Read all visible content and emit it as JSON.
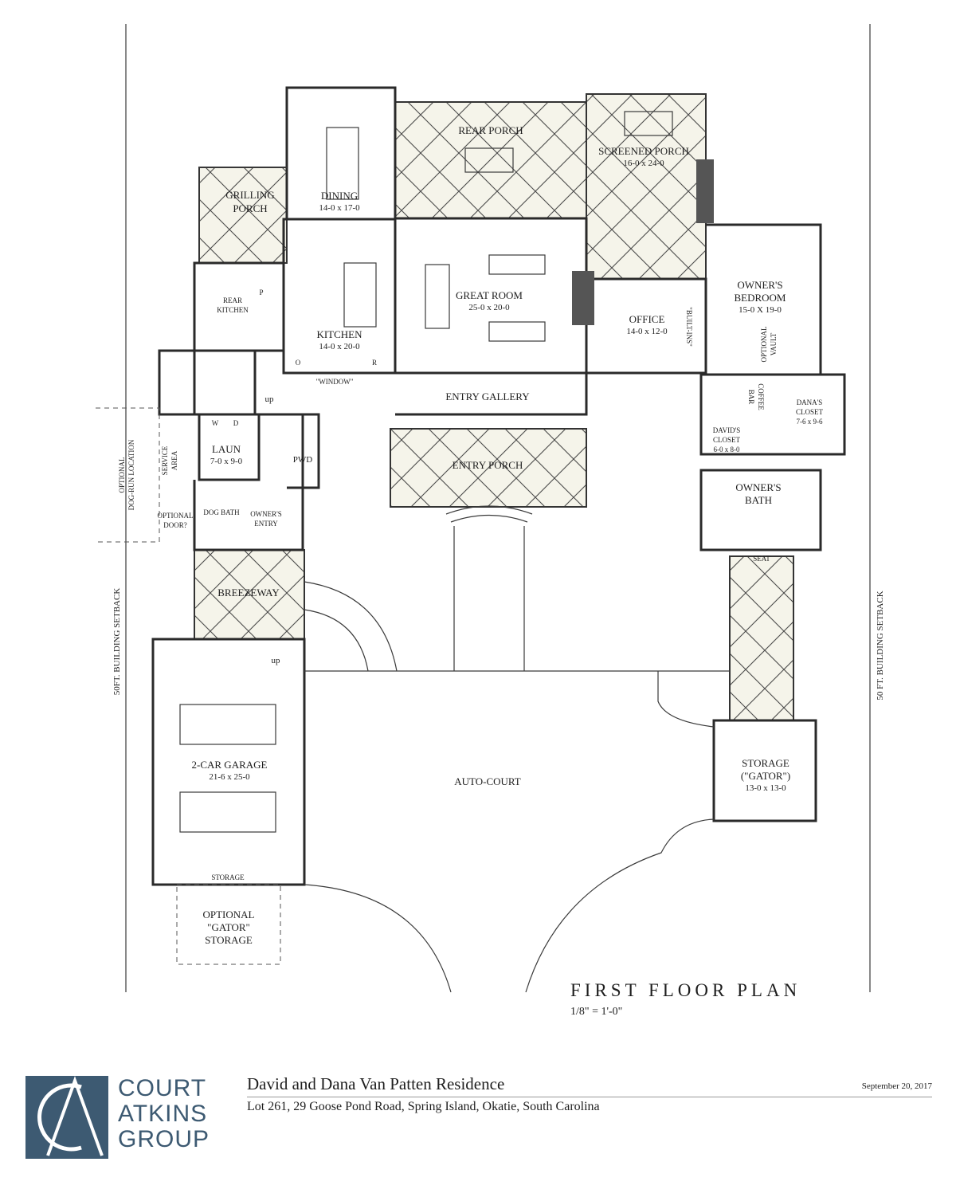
{
  "plan": {
    "title": "FIRST FLOOR PLAN",
    "scale": "1/8\" = 1'-0\"",
    "setback_left": "50FT. BUILDING SETBACK",
    "setback_right": "50 FT. BUILDING SETBACK",
    "rooms": {
      "rear_porch": "REAR PORCH",
      "screened_porch": "SCREENED PORCH",
      "screened_porch_dim": "16-0 x 24-0",
      "grilling_porch_1": "GRILLING",
      "grilling_porch_2": "PORCH",
      "dining": "DINING",
      "dining_dim": "14-0 x 17-0",
      "great_room": "GREAT ROOM",
      "great_room_dim": "25-0 x 20-0",
      "rear_kitchen_1": "REAR",
      "rear_kitchen_2": "KITCHEN",
      "pantry": "P",
      "kitchen": "KITCHEN",
      "kitchen_dim": "14-0 x 20-0",
      "kitchen_o": "O",
      "kitchen_r": "R",
      "window": "\"WINDOW\"",
      "office": "OFFICE",
      "office_dim": "14-0 x 12-0",
      "built_ins": "\"BUILT-INS\"",
      "owners_bedroom_1": "OWNER'S",
      "owners_bedroom_2": "BEDROOM",
      "owners_bedroom_dim": "15-0 X 19-0",
      "optional_vault_1": "OPTIONAL",
      "optional_vault_2": "VAULT",
      "entry_gallery": "ENTRY GALLERY",
      "entry_porch": "ENTRY PORCH",
      "coffee_bar_1": "COFFEE",
      "coffee_bar_2": "BAR",
      "danas_closet_1": "DANA'S",
      "danas_closet_2": "CLOSET",
      "danas_closet_dim": "7-6 x 9-6",
      "davids_closet_1": "DAVID'S",
      "davids_closet_2": "CLOSET",
      "davids_closet_dim": "6-0 x 8-0",
      "owners_bath_1": "OWNER'S",
      "owners_bath_2": "BATH",
      "seat": "SEAT",
      "stair_up": "up",
      "garage_stair_up": "up",
      "laun": "LAUN",
      "laun_dim": "7-0 x 9-0",
      "washer": "W",
      "dryer": "D",
      "pwd": "PWD",
      "service_area_1": "SERVICE",
      "service_area_2": "AREA",
      "dog_run_1": "OPTIONAL",
      "dog_run_2": "DOG-RUN LOCATION",
      "optional_door_1": "OPTIONAL",
      "optional_door_2": "DOOR?",
      "dog_bath": "DOG BATH",
      "owners_entry_1": "OWNER'S",
      "owners_entry_2": "ENTRY",
      "breezeway": "BREEZEWAY",
      "garage": "2-CAR GARAGE",
      "garage_dim": "21-6 x 25-0",
      "garage_storage": "STORAGE",
      "optional_gator_1": "OPTIONAL",
      "optional_gator_2": "\"GATOR\"",
      "optional_gator_3": "STORAGE",
      "auto_court": "AUTO-COURT",
      "storage_gator_1": "STORAGE",
      "storage_gator_2": "(\"GATOR\")",
      "storage_gator_dim": "13-0 x 13-0"
    }
  },
  "title_block": {
    "firm_line1": "COURT",
    "firm_line2": "ATKINS",
    "firm_line3": "GROUP",
    "residence": "David and Dana Van Patten Residence",
    "address": "Lot 261, 29 Goose Pond Road, Spring Island, Okatie, South Carolina",
    "date": "September 20, 2017"
  },
  "colors": {
    "line": "#2a2a2a",
    "tile_fill": "#f5f4ea",
    "logo_blue": "#3d5a72"
  }
}
